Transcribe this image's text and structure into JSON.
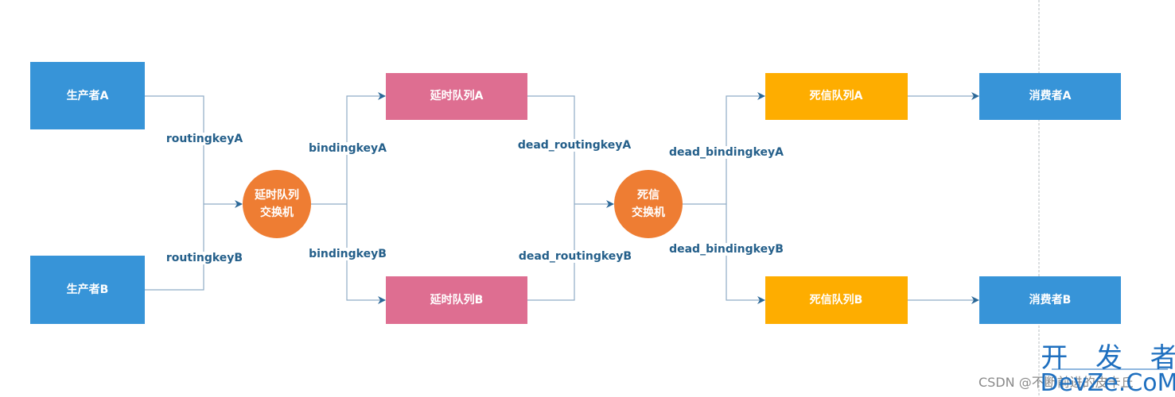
{
  "diagram": {
    "type": "flow",
    "title": "",
    "colors": {
      "producer": "#3794D8",
      "consumer": "#3794D8",
      "delay_queue": "#DE6E91",
      "dead_queue": "#FEAD00",
      "exchange": "#EE7D33",
      "edge": "#8FACC6",
      "arrow": "#2B6898",
      "label": "#245F8A"
    },
    "nodes": [
      {
        "id": "producerA",
        "kind": "producer",
        "label": "生产者A"
      },
      {
        "id": "producerB",
        "kind": "producer",
        "label": "生产者B"
      },
      {
        "id": "delayExchange",
        "kind": "exchange",
        "label_lines": [
          "延时队列",
          "交换机"
        ]
      },
      {
        "id": "delayQueueA",
        "kind": "delay_queue",
        "label": "延时队列A"
      },
      {
        "id": "delayQueueB",
        "kind": "delay_queue",
        "label": "延时队列B"
      },
      {
        "id": "deadExchange",
        "kind": "exchange",
        "label_lines": [
          "死信",
          "交换机"
        ]
      },
      {
        "id": "deadQueueA",
        "kind": "dead_queue",
        "label": "死信队列A"
      },
      {
        "id": "deadQueueB",
        "kind": "dead_queue",
        "label": "死信队列B"
      },
      {
        "id": "consumerA",
        "kind": "consumer",
        "label": "消费者A"
      },
      {
        "id": "consumerB",
        "kind": "consumer",
        "label": "消费者B"
      }
    ],
    "edges": [
      {
        "from": "producerA",
        "to": "delayExchange",
        "label": "routingkeyA"
      },
      {
        "from": "producerB",
        "to": "delayExchange",
        "label": "routingkeyB"
      },
      {
        "from": "delayExchange",
        "to": "delayQueueA",
        "label": "bindingkeyA"
      },
      {
        "from": "delayExchange",
        "to": "delayQueueB",
        "label": "bindingkeyB"
      },
      {
        "from": "delayQueueA",
        "to": "deadExchange",
        "label": "dead_routingkeyA"
      },
      {
        "from": "delayQueueB",
        "to": "deadExchange",
        "label": "dead_routingkeyB"
      },
      {
        "from": "deadExchange",
        "to": "deadQueueA",
        "label": "dead_bindingkeyA"
      },
      {
        "from": "deadExchange",
        "to": "deadQueueB",
        "label": "dead_bindingkeyB"
      },
      {
        "from": "deadQueueA",
        "to": "consumerA",
        "label": ""
      },
      {
        "from": "deadQueueB",
        "to": "consumerB",
        "label": ""
      }
    ]
  },
  "watermark": {
    "site_cn": "开 发 者",
    "site_en": "DevZe.CoM",
    "csdn": "CSDN @不断前进的皮卡丘"
  }
}
